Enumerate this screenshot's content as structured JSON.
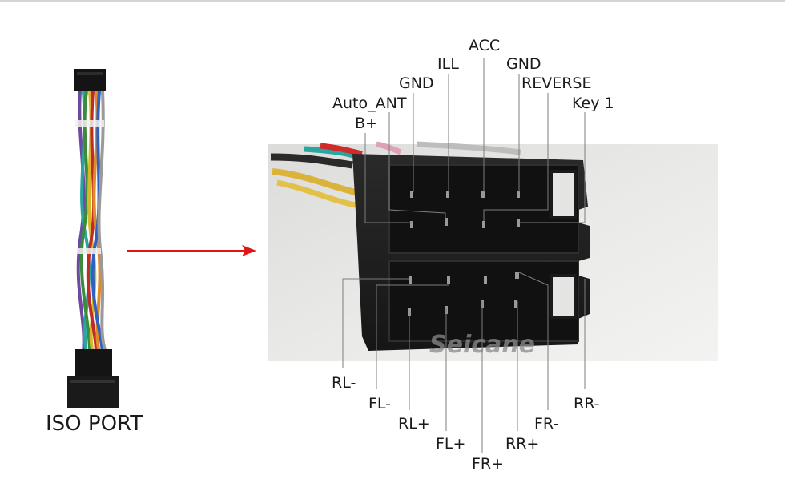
{
  "iso_port": {
    "label": "ISO PORT"
  },
  "connector": {
    "top_pins": [
      {
        "id": "acc",
        "label": "ACC"
      },
      {
        "id": "ill",
        "label": "ILL"
      },
      {
        "id": "gnd-left",
        "label": "GND"
      },
      {
        "id": "gnd-right",
        "label": "GND"
      },
      {
        "id": "reverse",
        "label": "REVERSE"
      },
      {
        "id": "auto-ant",
        "label": "Auto_ANT"
      },
      {
        "id": "key1",
        "label": "Key 1"
      },
      {
        "id": "b-plus",
        "label": "B+"
      }
    ],
    "bottom_pins": [
      {
        "id": "rl-minus",
        "label": "RL-"
      },
      {
        "id": "fl-minus",
        "label": "FL-"
      },
      {
        "id": "rl-plus",
        "label": "RL+"
      },
      {
        "id": "fl-plus",
        "label": "FL+"
      },
      {
        "id": "fr-plus",
        "label": "FR+"
      },
      {
        "id": "rr-plus",
        "label": "RR+"
      },
      {
        "id": "fr-minus",
        "label": "FR-"
      },
      {
        "id": "rr-minus",
        "label": "RR-"
      }
    ]
  },
  "watermark": "Seicane",
  "colors": {
    "arrow": "#e01616",
    "leader_line": "#8a8a8a",
    "connector_body": "#1e1e1e",
    "photo_bg": "#e4e4e2"
  }
}
